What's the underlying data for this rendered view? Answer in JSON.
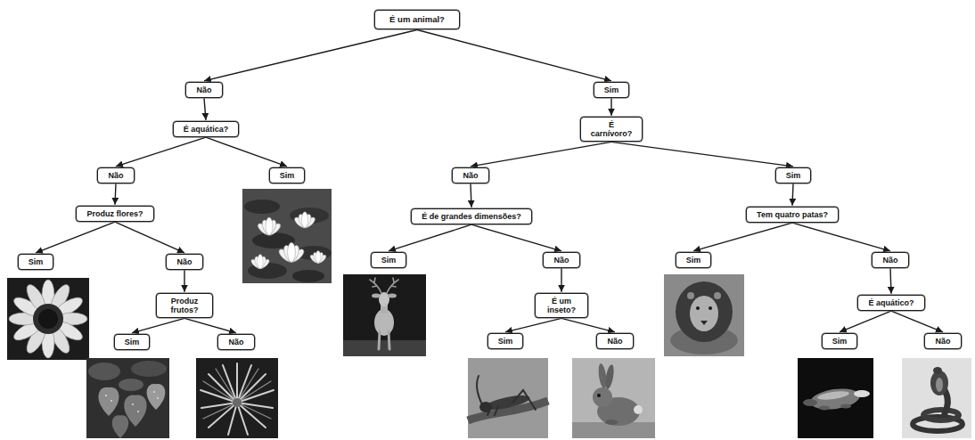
{
  "diagram": {
    "nodes": [
      {
        "text": [
          "É um animal?"
        ]
      },
      {
        "text": [
          "Não"
        ]
      },
      {
        "text": [
          "Sim"
        ]
      },
      {
        "text": [
          "É aquática?"
        ]
      },
      {
        "text": [
          "É carnívoro?"
        ]
      },
      {
        "text": [
          "Não"
        ]
      },
      {
        "text": [
          "Sim"
        ]
      },
      {
        "text": [
          "Não"
        ]
      },
      {
        "text": [
          "Sim"
        ]
      },
      {
        "text": [
          "Produz flores?"
        ]
      },
      {
        "text": [
          "É de grandes dimensões?"
        ]
      },
      {
        "text": [
          "Tem quatro patas?"
        ]
      },
      {
        "text": [
          "Sim"
        ]
      },
      {
        "text": [
          "Não"
        ]
      },
      {
        "text": [
          "Sim"
        ]
      },
      {
        "text": [
          "Não"
        ]
      },
      {
        "text": [
          "Sim"
        ]
      },
      {
        "text": [
          "Não"
        ]
      },
      {
        "text": [
          "Produz frutos?"
        ]
      },
      {
        "text": [
          "É um inseto?"
        ]
      },
      {
        "text": [
          "É aquático?"
        ]
      },
      {
        "text": [
          "Sim"
        ]
      },
      {
        "text": [
          "Não"
        ]
      },
      {
        "text": [
          "Sim"
        ]
      },
      {
        "text": [
          "Não"
        ]
      },
      {
        "text": [
          "Sim"
        ]
      },
      {
        "text": [
          "Não"
        ]
      }
    ],
    "edges": [
      {
        "from": 0,
        "to": 1,
        "arrow": "to"
      },
      {
        "from": 0,
        "to": 2,
        "arrow": "to"
      },
      {
        "from": 1,
        "to": 3,
        "arrow": "to"
      },
      {
        "from": 2,
        "to": 4,
        "arrow": "to"
      },
      {
        "from": 3,
        "to": 5,
        "arrow": "to"
      },
      {
        "from": 3,
        "to": 6,
        "arrow": "to"
      },
      {
        "from": 4,
        "to": 7,
        "arrow": "to"
      },
      {
        "from": 4,
        "to": 8,
        "arrow": "to"
      },
      {
        "from": 5,
        "to": 9,
        "arrow": "to"
      },
      {
        "from": 7,
        "to": 10,
        "arrow": "to"
      },
      {
        "from": 8,
        "to": 11,
        "arrow": "to"
      },
      {
        "from": 9,
        "to": 12,
        "arrow": "to"
      },
      {
        "from": 9,
        "to": 13,
        "arrow": "to"
      },
      {
        "from": 10,
        "to": 14,
        "arrow": "to"
      },
      {
        "from": 10,
        "to": 15,
        "arrow": "to"
      },
      {
        "from": 11,
        "to": 16,
        "arrow": "to"
      },
      {
        "from": 11,
        "to": 17,
        "arrow": "to"
      },
      {
        "from": 13,
        "to": 18,
        "arrow": "to"
      },
      {
        "from": 15,
        "to": 19,
        "arrow": "to"
      },
      {
        "from": 17,
        "to": 20,
        "arrow": "to"
      },
      {
        "from": 18,
        "to": 21,
        "arrow": "to"
      },
      {
        "from": 18,
        "to": 22,
        "arrow": "to"
      },
      {
        "from": 19,
        "to": 23,
        "arrow": "to"
      },
      {
        "from": 19,
        "to": 24,
        "arrow": "to"
      },
      {
        "from": 20,
        "to": 25,
        "arrow": "to"
      },
      {
        "from": 20,
        "to": 26,
        "arrow": "to"
      }
    ]
  }
}
